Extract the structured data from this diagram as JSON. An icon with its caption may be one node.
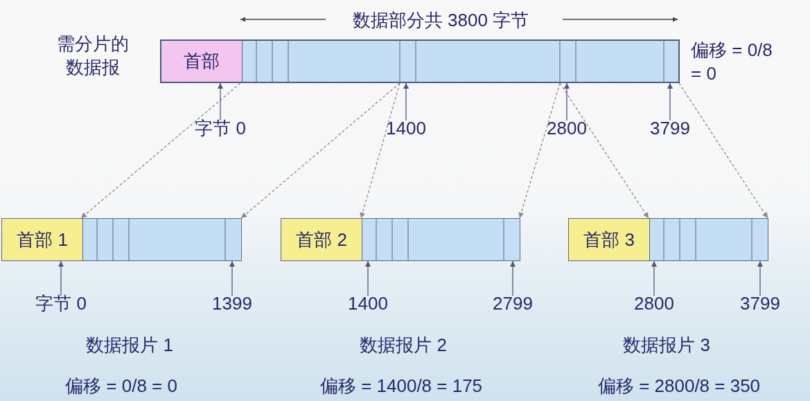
{
  "diagram": {
    "nodes": [
      {
        "text": [],
        "shape": "bar",
        "beside": [
          "需分片的数据报",
          "偏移 = 0/8 = 0"
        ]
      },
      {
        "text": [
          "首部"
        ],
        "in": 0
      },
      {
        "text": [
          "字节 0"
        ]
      },
      {
        "text": [
          "1400"
        ]
      },
      {
        "text": [
          "2800"
        ]
      },
      {
        "text": [
          "3799"
        ]
      },
      {
        "text": [],
        "shape": "bar",
        "beside": [
          "数据报片 1",
          "偏移 = 0/8 = 0"
        ]
      },
      {
        "text": [
          "首部 1"
        ],
        "in": 6
      },
      {
        "text": [],
        "shape": "bar",
        "beside": [
          "数据报片 2",
          "偏移 = 1400/8 = 175"
        ]
      },
      {
        "text": [
          "首部 2"
        ],
        "in": 8
      },
      {
        "text": [],
        "shape": "bar",
        "beside": [
          "数据报片 3",
          "偏移 = 2800/8 = 350"
        ]
      },
      {
        "text": [
          "首部 3"
        ],
        "in": 10
      },
      {
        "text": [
          "字节 0"
        ]
      },
      {
        "text": [
          "1399"
        ]
      },
      {
        "text": [
          "1400"
        ]
      },
      {
        "text": [
          "2799"
        ]
      },
      {
        "text": [
          "2800"
        ]
      },
      {
        "text": [
          "3799"
        ]
      }
    ],
    "edges": [
      {
        "from": 0,
        "to": 6,
        "arrow": "to",
        "style": "dashed",
        "color": "#8a8a8a"
      },
      {
        "from": 0,
        "to": 6,
        "arrow": "to",
        "style": "dashed",
        "color": "#8a8a8a"
      },
      {
        "from": 0,
        "to": 8,
        "arrow": "to",
        "style": "dashed",
        "color": "#8a8a8a"
      },
      {
        "from": 0,
        "to": 8,
        "arrow": "to",
        "style": "dashed",
        "color": "#8a8a8a"
      },
      {
        "from": 0,
        "to": 10,
        "arrow": "to",
        "style": "dashed",
        "color": "#8a8a8a"
      },
      {
        "from": 0,
        "to": 10,
        "arrow": "to",
        "style": "dashed",
        "color": "#8a8a8a"
      },
      {
        "from": 2,
        "to": 0,
        "arrow": "to"
      },
      {
        "from": 3,
        "to": 0,
        "arrow": "to"
      },
      {
        "from": 4,
        "to": 0,
        "arrow": "to"
      },
      {
        "from": 5,
        "to": 0,
        "arrow": "to"
      },
      {
        "from": 12,
        "to": 6,
        "arrow": "to"
      },
      {
        "from": 13,
        "to": 6,
        "arrow": "to"
      },
      {
        "from": 14,
        "to": 8,
        "arrow": "to"
      },
      {
        "from": 15,
        "to": 8,
        "arrow": "to"
      },
      {
        "from": 16,
        "to": 10,
        "arrow": "to"
      },
      {
        "from": 17,
        "to": 10,
        "arrow": "to"
      }
    ],
    "labels": [
      "数据部分共 3800 字节"
    ]
  }
}
